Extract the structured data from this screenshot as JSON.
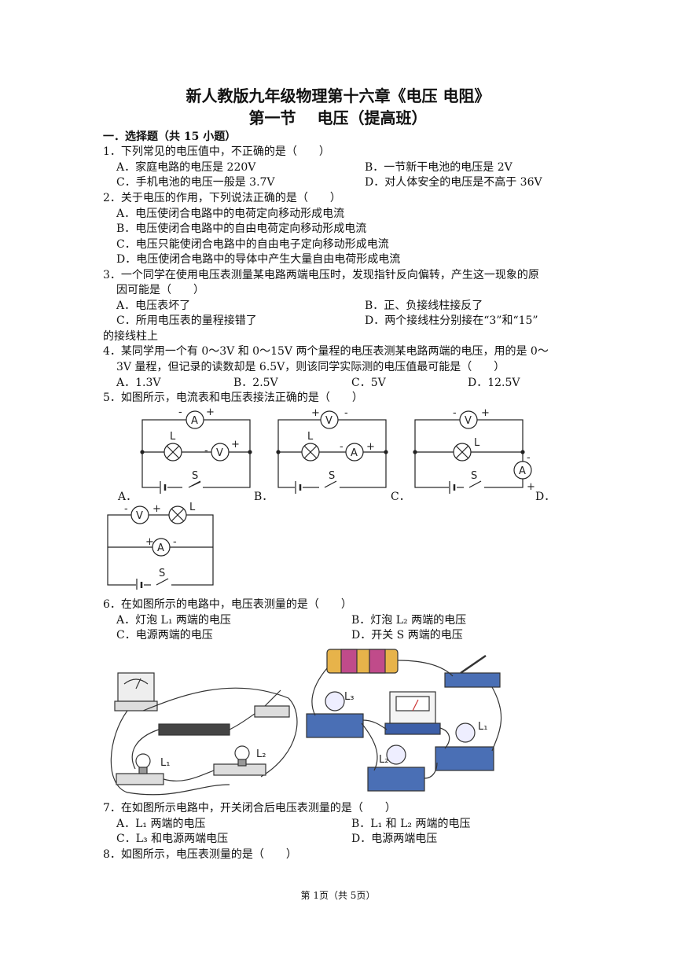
{
  "title_line1": "新人教版九年级物理第十六章《电压 电阻》",
  "title_line2": "第一节　 电压（提高班）",
  "section1": "一．选择题（共 15 小题）",
  "q1": {
    "stem": "1．下列常见的电压值中，不正确的是（　　）",
    "A": "A．家庭电路的电压是 220V",
    "B": "B．一节新干电池的电压是 2V",
    "C": "C．手机电池的电压一般是 3.7V",
    "D": "D．对人体安全的电压是不高于 36V"
  },
  "q2": {
    "stem": "2．关于电压的作用，下列说法正确的是（　　）",
    "A": "A．电压使闭合电路中的电荷定向移动形成电流",
    "B": "B．电压使闭合电路中的自由电荷定向移动形成电流",
    "C": "C．电压只能使闭合电路中的自由电子定向移动形成电流",
    "D": "D．电压使闭合电路中的导体中产生大量自由电荷形成电流"
  },
  "q3": {
    "stem1": "3．一个同学在使用电压表测量某电路两端电压时，发现指针反向偏转，产生这一现象的原",
    "stem2": "因可能是（　　）",
    "A": "A．电压表坏了",
    "B": "B．正、负接线柱接反了",
    "C": "C．所用电压表的量程接错了",
    "D": "D．两个接线柱分别接在“3”和“15”",
    "D2": "的接线柱上"
  },
  "q4": {
    "stem1": "4．某同学用一个有 0～3V 和 0～15V 两个量程的电压表测某电路两端的电压，用的是 0～",
    "stem2": "3V 量程，但记录的读数却是 6.5V，则该同学实际测的电压值最可能是（　　）",
    "A": "A．1.3V",
    "B": "B．2.5V",
    "C": "C．5V",
    "D": "D．12.5V"
  },
  "q5": {
    "stem": "5．如图所示，电流表和电压表接法正确的是（　　）",
    "A": "A．",
    "B": "B．",
    "C": "C．",
    "D": "D．"
  },
  "q6": {
    "stem": "6．在如图所示的电路中，电压表测量的是（　　）",
    "A": "A．灯泡 L₁ 两端的电压",
    "B": "B．灯泡 L₂ 两端的电压",
    "C": "C．电源两端的电压",
    "D": "D．开关 S 两端的电压"
  },
  "q7": {
    "stem": "7．在如图所示电路中，开关闭合后电压表测量的是（　　）",
    "A": "A．L₁ 两端的电压",
    "B": "B．L₁ 和 L₂ 两端的电压",
    "C": "C．L₃ 和电源两端电压",
    "D": "D．电源两端电压"
  },
  "q8": {
    "stem": "8．如图所示，电压表测量的是（　　）"
  },
  "labels": {
    "A": "A",
    "V": "V",
    "L": "L",
    "S": "S",
    "plus": "+",
    "minus": "-",
    "L1": "L₁",
    "L2": "L₂",
    "L3": "L₃"
  },
  "footer": "第 1页（共 5页）"
}
